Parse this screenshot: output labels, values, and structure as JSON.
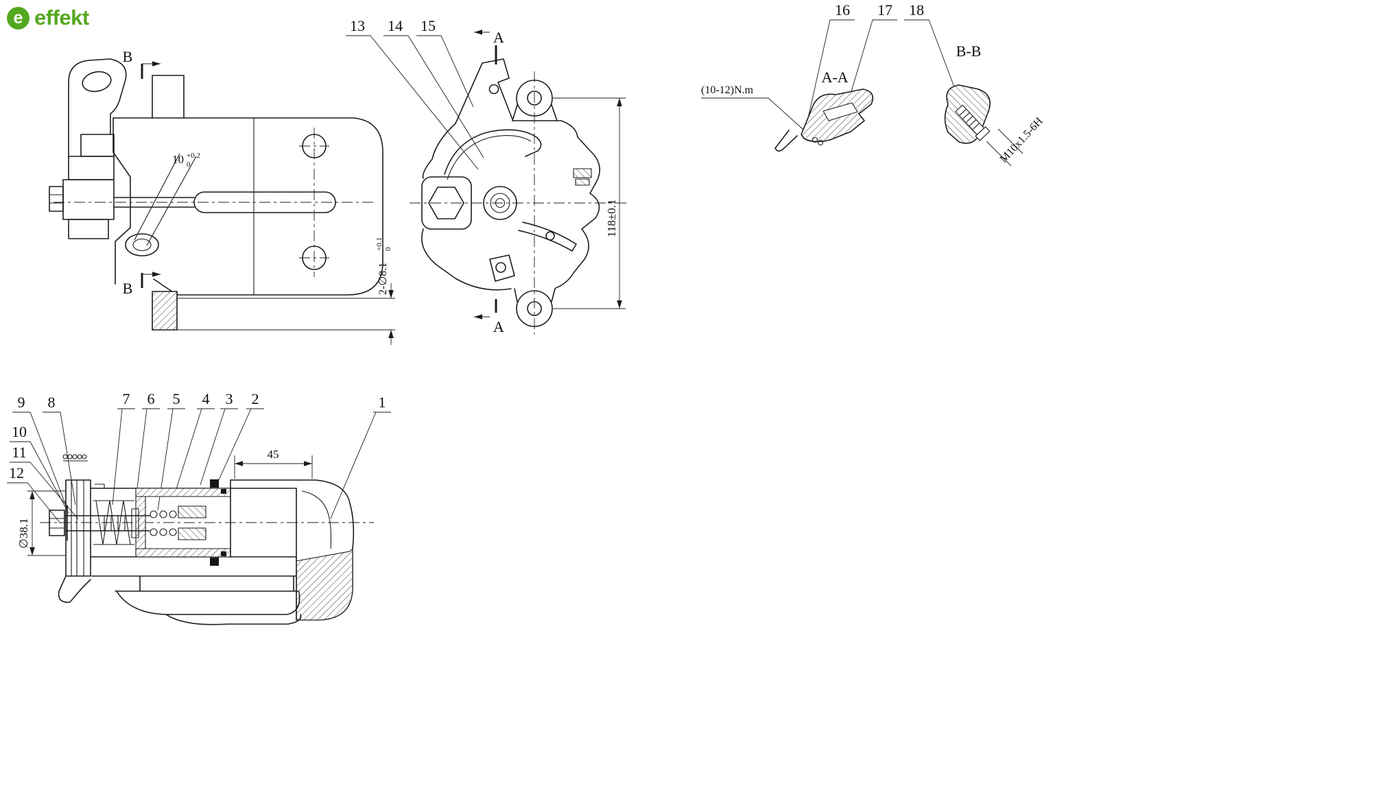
{
  "logo": {
    "icon_letter": "e",
    "text": "effekt",
    "color": "#54a81f"
  },
  "side_view": {
    "section_label_top": "B",
    "section_label_bottom": "B",
    "angle_dim": {
      "value": "10",
      "tol_upper": "+0.2",
      "tol_lower": "0"
    },
    "hole_dim": {
      "value": "2-∅8.1",
      "tol_upper": "+0.1",
      "tol_lower": "0"
    }
  },
  "front_view": {
    "callout_13": "13",
    "callout_14": "14",
    "callout_15": "15",
    "section_label_top": "A",
    "section_label_bottom": "A",
    "height_dim": "118±0.1"
  },
  "section_aa": {
    "title": "A-A",
    "callout_16": "16",
    "callout_17": "17",
    "torque_note": "(10-12)N.m"
  },
  "section_bb": {
    "title": "B-B",
    "callout_18": "18",
    "thread_note": "M10x1.5-6H"
  },
  "assembly_section": {
    "callout_1": "1",
    "callout_2": "2",
    "callout_3": "3",
    "callout_4": "4",
    "callout_5": "5",
    "callout_6": "6",
    "callout_7": "7",
    "callout_8": "8",
    "callout_9": "9",
    "callout_10": "10",
    "callout_11": "11",
    "callout_12": "12",
    "length_dim": "45",
    "diameter_dim": "∅38.1"
  }
}
